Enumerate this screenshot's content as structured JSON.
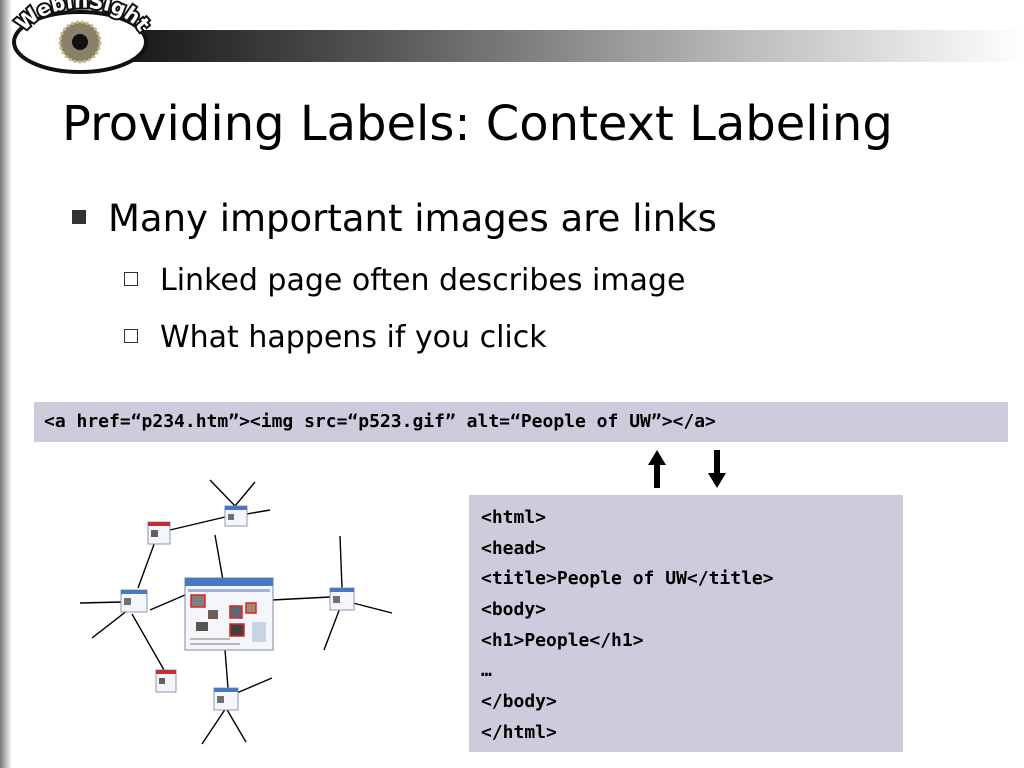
{
  "logo": {
    "text": "WebInSight",
    "icon": "eye-icon"
  },
  "title": "Providing Labels:  Context Labeling",
  "bullets": [
    {
      "text": "Many important images are links",
      "children": [
        {
          "text": "Linked page often describes image"
        },
        {
          "text": "What happens if you click"
        }
      ]
    }
  ],
  "code_snippet": "<a href=“p234.htm”><img src=“p523.gif”  alt=“People of UW”></a>",
  "arrows": {
    "up": "up-arrow-icon",
    "down": "down-arrow-icon"
  },
  "html_source": [
    "<html>",
    "<head>",
    "<title>People of UW</title>",
    "<body>",
    "<h1>People</h1>",
    "…",
    "</body>",
    "</html>"
  ],
  "colors": {
    "code_background": "#ccccdd",
    "highlight": "#dd2222"
  }
}
